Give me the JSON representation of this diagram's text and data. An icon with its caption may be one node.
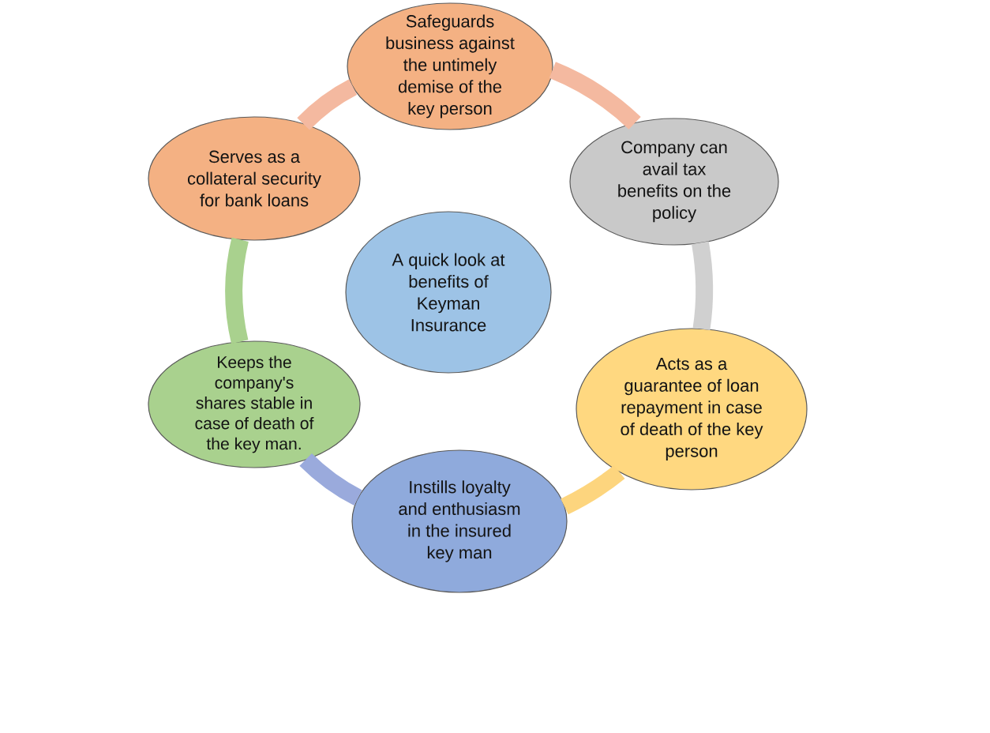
{
  "diagram": {
    "nodes": [
      {
        "text": [
          "Safeguards business against the untimely demise of the key person"
        ]
      },
      {
        "text": [
          "Serves as a collateral security for bank loans"
        ]
      },
      {
        "text": [
          "Company can avail tax benefits on the policy"
        ]
      },
      {
        "text": [
          "A quick look at benefits of Keyman Insurance"
        ]
      },
      {
        "text": [
          "Acts as a guarantee of loan repayment in case of death of the key person"
        ]
      },
      {
        "text": [
          "Keeps the company's shares stable in case of death of the key man."
        ]
      },
      {
        "text": [
          "Instills loyalty and enthusiasm in the insured key man"
        ]
      }
    ],
    "edges": [
      {
        "from": 0,
        "to": 2,
        "arrow": "none",
        "color": "#f4b9a0"
      },
      {
        "from": 2,
        "to": 4,
        "arrow": "none",
        "color": "#d0d0d0"
      },
      {
        "from": 4,
        "to": 6,
        "arrow": "none",
        "color": "#fdd57e"
      },
      {
        "from": 6,
        "to": 5,
        "arrow": "none",
        "color": "#9aaadc"
      },
      {
        "from": 5,
        "to": 1,
        "arrow": "none",
        "color": "#a9d18e"
      },
      {
        "from": 1,
        "to": 0,
        "arrow": "none",
        "color": "#f4b9a0"
      }
    ]
  }
}
